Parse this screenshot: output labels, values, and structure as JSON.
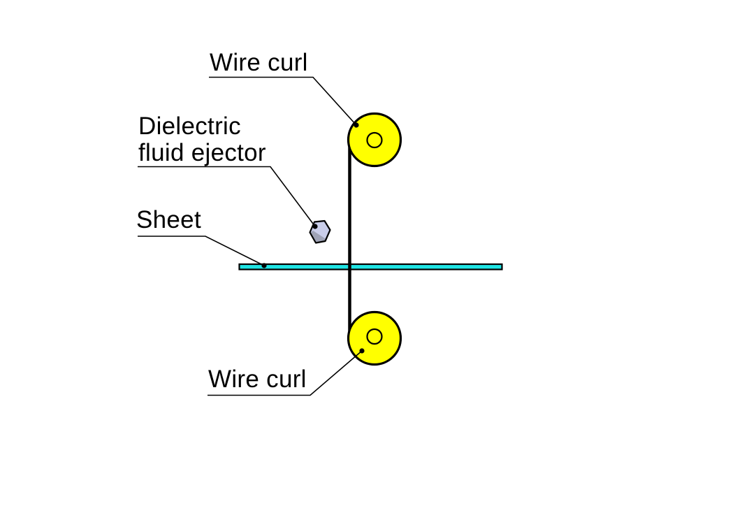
{
  "diagram": {
    "type": "labeled-schematic",
    "labels": {
      "wire_curl_top": "Wire curl",
      "dielectric_ejector": "Dielectric fluid ejector",
      "sheet": "Sheet",
      "wire_curl_bottom": "Wire curl"
    },
    "colors": {
      "background": "#FFFFFF",
      "outline": "#000000",
      "leader_line": "#000000",
      "text": "#000000",
      "spool_fill": "#FFFF00",
      "sheet_fill": "#1FE5E5",
      "ejector_fill": "#C9CDE9",
      "ejector_shade": "#9FA3B6"
    }
  }
}
